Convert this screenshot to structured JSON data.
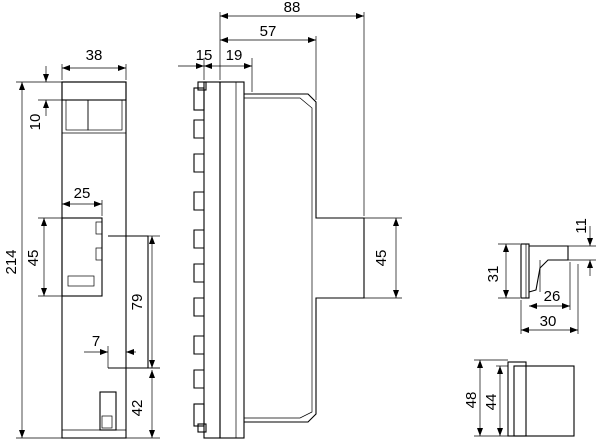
{
  "drawing": {
    "dimensions": {
      "front_width": "38",
      "front_top_clip": "10",
      "front_height": "214",
      "front_window_width": "25",
      "front_window_height": "45",
      "front_step_height": "79",
      "front_offset": "7",
      "front_bottom": "42",
      "side_total_depth": "88",
      "side_depth_57": "57",
      "side_offset_15": "15",
      "side_offset_19": "19",
      "side_center_height": "45",
      "clip_height_31": "31",
      "clip_height_11": "11",
      "clip_width_26": "26",
      "clip_width_30": "30",
      "cover_height_48": "48",
      "cover_height_44": "44"
    }
  }
}
